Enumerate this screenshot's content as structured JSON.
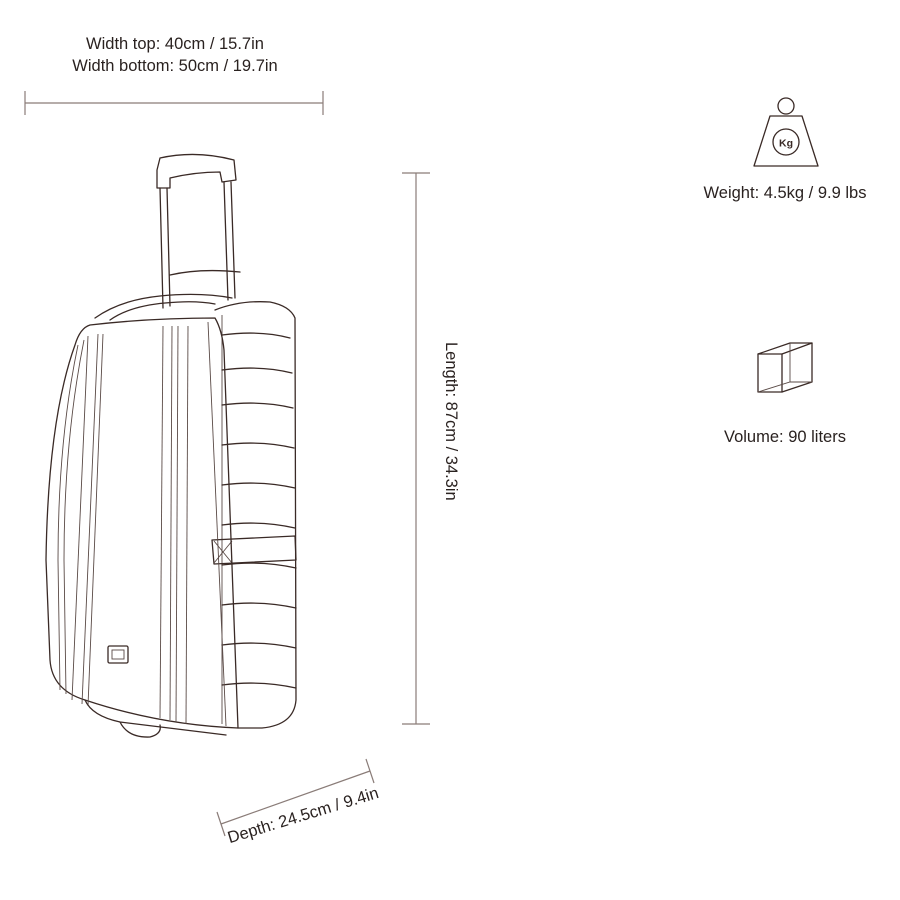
{
  "dimensions": {
    "width_top": "Width top: 40cm / 15.7in",
    "width_bottom": "Width bottom: 50cm / 19.7in",
    "length": "Length: 87cm / 34.3in",
    "depth": "Depth: 24.5cm / 9.4in"
  },
  "specs": {
    "weight": "Weight: 4.5kg / 9.9 lbs",
    "weight_icon_text": "Kg",
    "volume": "Volume: 90 liters"
  },
  "icons": {
    "weight": "kettlebell-weight-icon",
    "volume": "cube-icon",
    "product": "rolling-bag-illustration"
  },
  "colors": {
    "line": "#3a2a26",
    "dimension_line": "#8a7c78",
    "text": "#2a2220"
  }
}
